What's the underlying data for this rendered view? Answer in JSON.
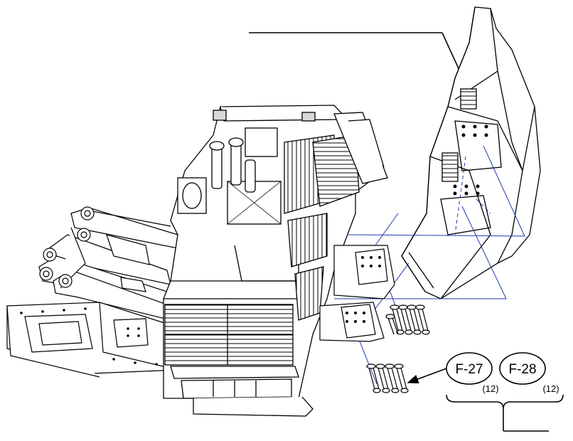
{
  "callouts": [
    {
      "code": "F-27",
      "qty": "(12)"
    },
    {
      "code": "F-28",
      "qty": "(12)"
    }
  ],
  "colors": {
    "line": "#000000",
    "guide": "#1f3bb3",
    "fill": "#ffffff",
    "shade": "#d9d9d9"
  }
}
